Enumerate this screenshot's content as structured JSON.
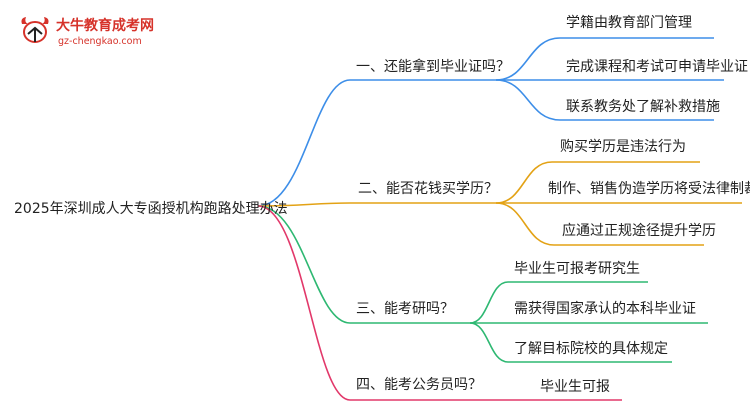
{
  "logo": {
    "title": "大牛教育成考网",
    "url": "gz-chengkao.com"
  },
  "root": "2025年深圳成人大专函授机构跑路处理办法",
  "branches": [
    {
      "label": "一、还能拿到毕业证吗？",
      "color": "#3d8ee8",
      "leaves": [
        "学籍由教育部门管理",
        "完成课程和考试可申请毕业证",
        "联系教务处了解补救措施"
      ]
    },
    {
      "label": "二、能否花钱买学历？",
      "color": "#e3a215",
      "leaves": [
        "购买学历是违法行为",
        "制作、销售伪造学历将受法律制裁",
        "应通过正规途径提升学历"
      ]
    },
    {
      "label": "三、能考研吗？",
      "color": "#2eb872",
      "leaves": [
        "毕业生可报考研究生",
        "需获得国家承认的本科毕业证",
        "了解目标院校的具体规定"
      ]
    },
    {
      "label": "四、能考公务员吗？",
      "color": "#e2386a",
      "leaves": [
        "毕业生可报"
      ]
    }
  ]
}
